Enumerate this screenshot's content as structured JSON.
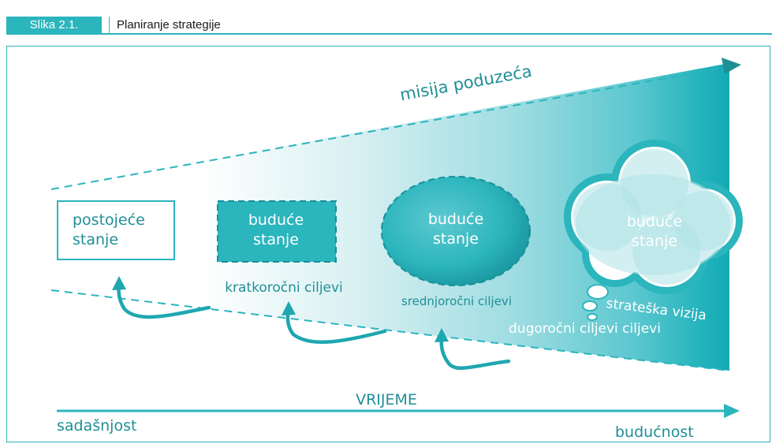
{
  "header": {
    "figure_label": "Slika 2.1.",
    "title": "Planiranje strategije"
  },
  "diagram": {
    "mission_label": "misija poduzeća",
    "states": {
      "current": "postojeće stanje",
      "short_term": "buduće stanje",
      "mid_term": "buduće stanje",
      "long_term": "buduće stanje"
    },
    "goals": {
      "short_term": "kratkoročni ciljevi",
      "mid_term": "srednjoročni ciljevi",
      "vision": "strateška vizija",
      "long_term": "dugoročni ciljevi ciljevi"
    },
    "time_axis": {
      "label": "VRIJEME",
      "start": "sadašnjost",
      "end": "budućnost"
    }
  },
  "colors": {
    "accent": "#2bb5bd",
    "accent_dark": "#1f8f96",
    "text": "#1a1a1a",
    "background": "#ffffff"
  }
}
